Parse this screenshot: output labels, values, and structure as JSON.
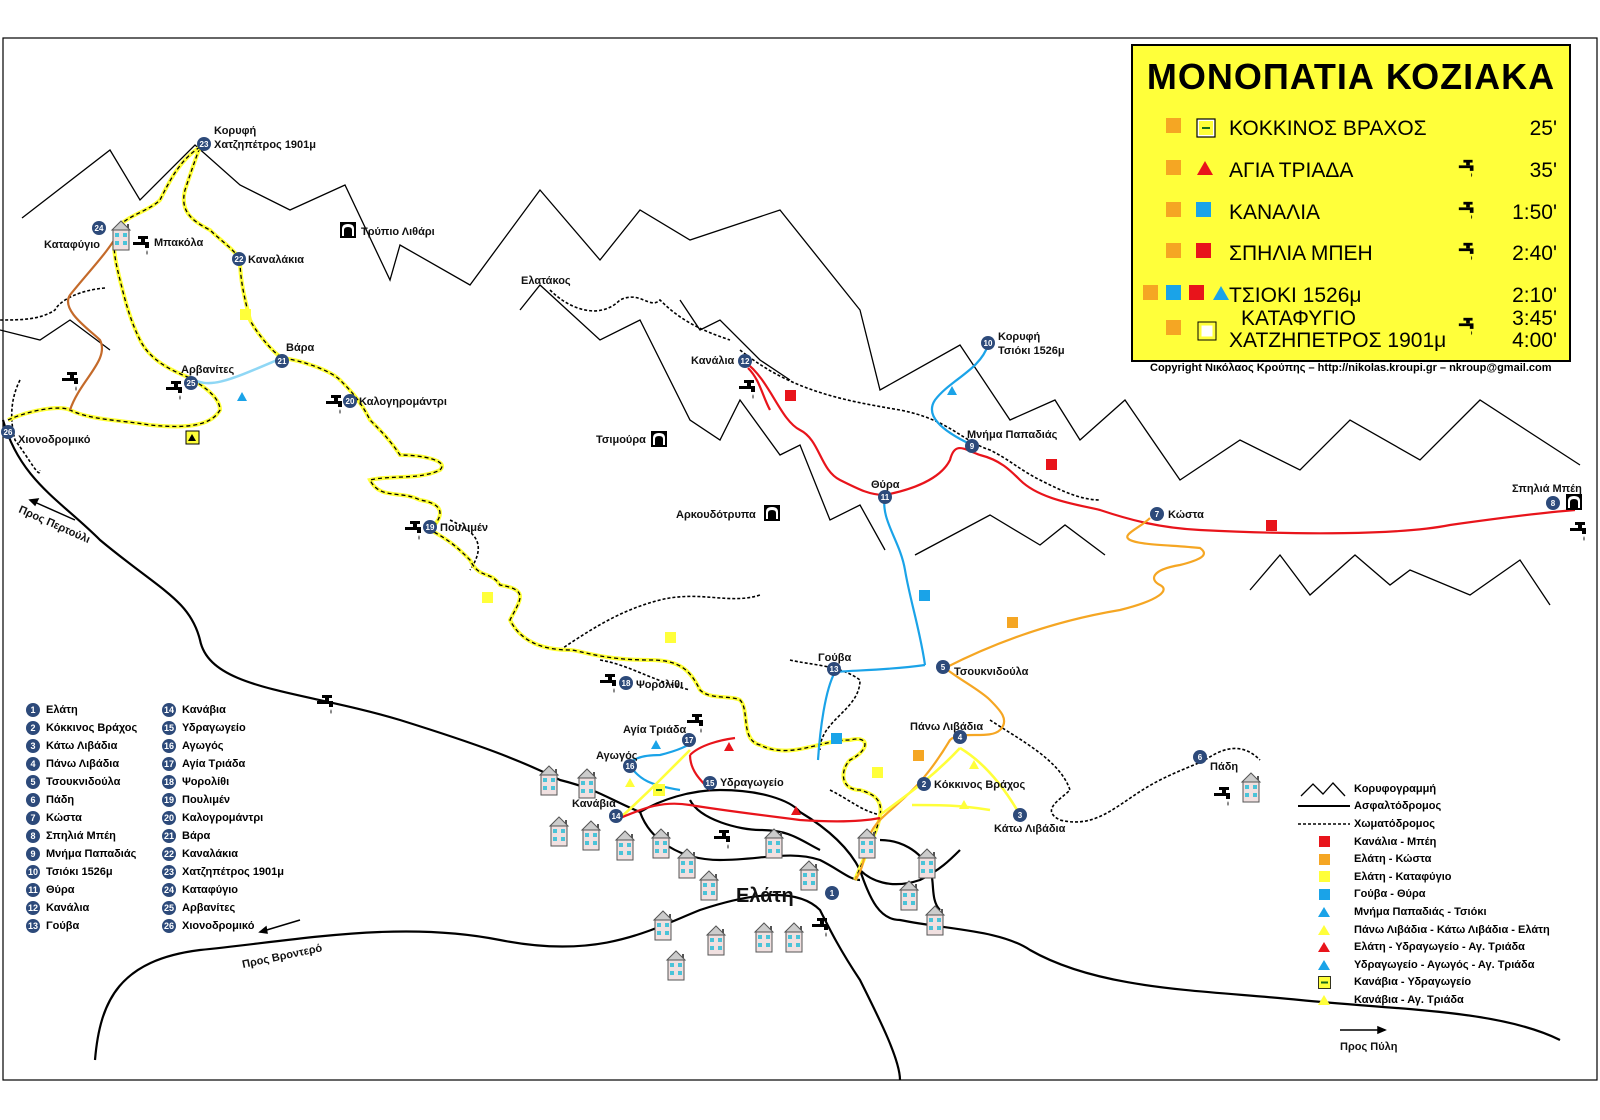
{
  "title": "ΜΟΝΟΠΑΤΙΑ   ΚΟΖΙΑΚΑ",
  "colors": {
    "red": "#e8141b",
    "orange": "#f5a623",
    "yellow": "#ffff3a",
    "blue": "#1aa3e8",
    "brown": "#c46a2a",
    "node": "#2d4a7a"
  },
  "routes": [
    {
      "name": "ΚΟΚΚΙΝΟΣ ΒΡΑΧΟΣ",
      "time": "25'",
      "markers": [
        "orange-square",
        "yellow-box-green"
      ],
      "tap": false
    },
    {
      "name": "ΑΓΙΑ ΤΡΙΑΔΑ",
      "time": "35'",
      "markers": [
        "orange-square",
        "red-triangle"
      ],
      "tap": true
    },
    {
      "name": "ΚΑΝΑΛΙΑ",
      "time": "1:50'",
      "markers": [
        "orange-square",
        "blue-square"
      ],
      "tap": true
    },
    {
      "name": "ΣΠΗΛΙΑ ΜΠΕΗ",
      "time": "2:40'",
      "markers": [
        "orange-square",
        "red-square"
      ],
      "tap": true
    },
    {
      "name": "ΤΣΙΟΚΙ 1526μ",
      "time": "2:10'",
      "markers": [
        "orange-square",
        "blue-square",
        "red-square",
        "blue-triangle"
      ],
      "tap": false
    },
    {
      "name": "ΚΑΤΑΦΥΓΙΟ\nΧΑΤΖΗΠΕΤΡΟΣ 1901μ",
      "time": "3:45'\n4:00'",
      "markers": [
        "orange-square",
        "yellow-box"
      ],
      "tap": true
    }
  ],
  "copyright": "Copyright Νικόλαος Κρούπης – http://nikolas.kroupi.gr – nkroup@gmail.com",
  "points_col1": [
    {
      "n": "1",
      "name": "Ελάτη"
    },
    {
      "n": "2",
      "name": "Κόκκινος Βράχος"
    },
    {
      "n": "3",
      "name": "Κάτω Λιβάδια"
    },
    {
      "n": "4",
      "name": "Πάνω Λιβάδια"
    },
    {
      "n": "5",
      "name": "Τσουκνιδούλα"
    },
    {
      "n": "6",
      "name": "Πάδη"
    },
    {
      "n": "7",
      "name": "Κώστα"
    },
    {
      "n": "8",
      "name": "Σπηλιά Μπέη"
    },
    {
      "n": "9",
      "name": "Μνήμα Παπαδιάς"
    },
    {
      "n": "10",
      "name": "Τσιόκι 1526μ"
    },
    {
      "n": "11",
      "name": "Θύρα"
    },
    {
      "n": "12",
      "name": "Κανάλια"
    },
    {
      "n": "13",
      "name": "Γούβα"
    }
  ],
  "points_col2": [
    {
      "n": "14",
      "name": "Κανάβια"
    },
    {
      "n": "15",
      "name": "Υδραγωγείο"
    },
    {
      "n": "16",
      "name": "Αγωγός"
    },
    {
      "n": "17",
      "name": "Αγία Τριάδα"
    },
    {
      "n": "18",
      "name": "Ψορολίθι"
    },
    {
      "n": "19",
      "name": "Πουλιμέν"
    },
    {
      "n": "20",
      "name": "Καλογρομάντρι"
    },
    {
      "n": "21",
      "name": "Βάρα"
    },
    {
      "n": "22",
      "name": "Καναλάκια"
    },
    {
      "n": "23",
      "name": "Χατζηπέτρος 1901μ"
    },
    {
      "n": "24",
      "name": "Καταφύγιο"
    },
    {
      "n": "25",
      "name": "Αρβανίτες"
    },
    {
      "n": "26",
      "name": "Χιονοδρομικό"
    }
  ],
  "legend": [
    {
      "sym": "ridge",
      "label": "Κορυφογραμμή"
    },
    {
      "sym": "road",
      "label": "Ασφαλτόδρομος"
    },
    {
      "sym": "dirt",
      "label": "Χωματόδρομος"
    },
    {
      "sym": "red-square",
      "label": "Κανάλια - Μπέη"
    },
    {
      "sym": "orange-square",
      "label": "Ελάτη - Κώστα"
    },
    {
      "sym": "yellow-square",
      "label": "Ελάτη - Καταφύγιο"
    },
    {
      "sym": "blue-square",
      "label": "Γούβα - Θύρα"
    },
    {
      "sym": "blue-triangle",
      "label": "Μνήμα Παπαδιάς - Τσιόκι"
    },
    {
      "sym": "yellow-triangle",
      "label": "Πάνω Λιβάδια - Κάτω Λιβάδια - Ελάτη"
    },
    {
      "sym": "red-triangle",
      "label": "Ελάτη - Υδραγωγείο - Αγ. Τριάδα"
    },
    {
      "sym": "blue-triangle",
      "label": "Υδραγωγείο - Αγωγός - Αγ. Τριάδα"
    },
    {
      "sym": "yellow-box-green",
      "label": "Κανάβια - Υδραγωγείο"
    },
    {
      "sym": "yellow-triangle",
      "label": "Κανάβια - Αγ. Τριάδα"
    }
  ],
  "map_labels": {
    "peak23": "Κορυφή",
    "peak23b": "Χατζηπέτρος 1901μ",
    "trypio": "Τρύπιο Λιθάρι",
    "katafygio": "Καταφύγιο",
    "bakola": "Μπακόλα",
    "kanalakia": "Καναλάκια",
    "vara": "Βάρα",
    "arvanites": "Αρβανίτες",
    "kalogromantri": "Καλογηρομάντρι",
    "chionodromiko": "Χιονοδρομικό",
    "pros_pertouli": "Προς Περτούλι",
    "elatakos": "Ελατάκος",
    "kanalia": "Κανάλια",
    "tsimoura": "Τσιμούρα",
    "arkoudotrypa": "Αρκουδότρυπα",
    "poulimen": "Πουλιμέν",
    "thyra": "Θύρα",
    "peak10": "Κορυφή",
    "peak10b": "Τσιόκι 1526μ",
    "mnima": "Μνήμα Παπαδιάς",
    "kosta": "Κώστα",
    "spilia": "Σπηλιά Μπέη",
    "psorolithi": "Ψορολίθι",
    "gouva": "Γούβα",
    "tsouknidoula": "Τσουκνιδούλα",
    "agia_triada": "Αγία Τριάδα",
    "agogos": "Αγωγός",
    "kanavia": "Κανάβια",
    "ydragogeio": "Υδραγωγείο",
    "pano_livadia": "Πάνω Λιβάδια",
    "kokkinos": "Κόκκινος Βράχος",
    "kato_livadia": "Κάτω Λιβάδια",
    "padi": "Πάδη",
    "elati": "Ελάτη",
    "pros_vrontero": "Προς Βροντερό",
    "pros_pyli": "Προς Πύλη"
  }
}
